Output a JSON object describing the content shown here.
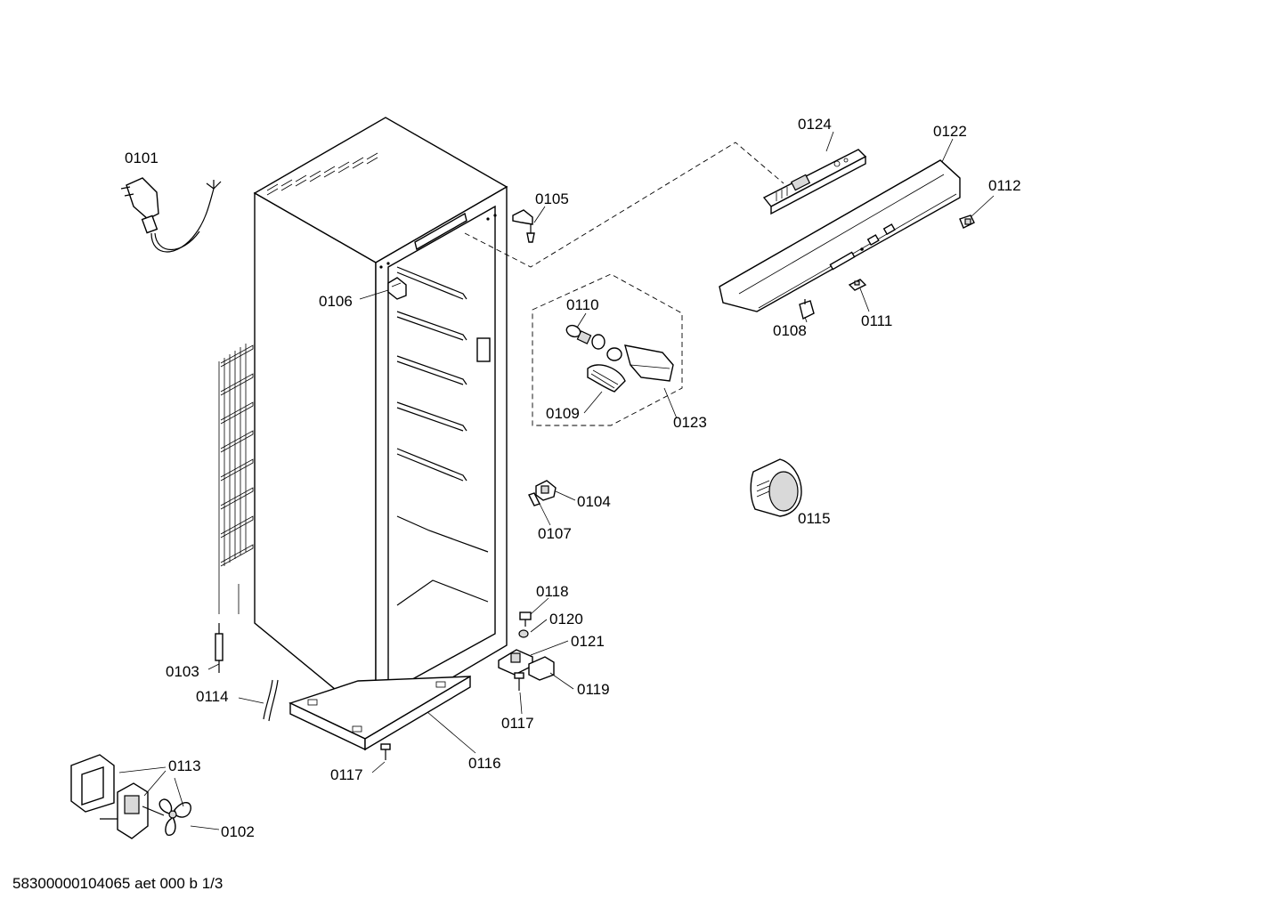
{
  "diagram": {
    "labels": {
      "p0101": "0101",
      "p0102": "0102",
      "p0103": "0103",
      "p0104": "0104",
      "p0105": "0105",
      "p0106": "0106",
      "p0107": "0107",
      "p0108": "0108",
      "p0109": "0109",
      "p0110": "0110",
      "p0111": "0111",
      "p0112": "0112",
      "p0113": "0113",
      "p0114": "0114",
      "p0115": "0115",
      "p0116": "0116",
      "p0117a": "0117",
      "p0117b": "0117",
      "p0118": "0118",
      "p0119": "0119",
      "p0120": "0120",
      "p0121": "0121",
      "p0122": "0122",
      "p0123": "0123",
      "p0124": "0124"
    }
  },
  "footer": {
    "document_code": "58300000104065 aet 000 b 1/3"
  }
}
